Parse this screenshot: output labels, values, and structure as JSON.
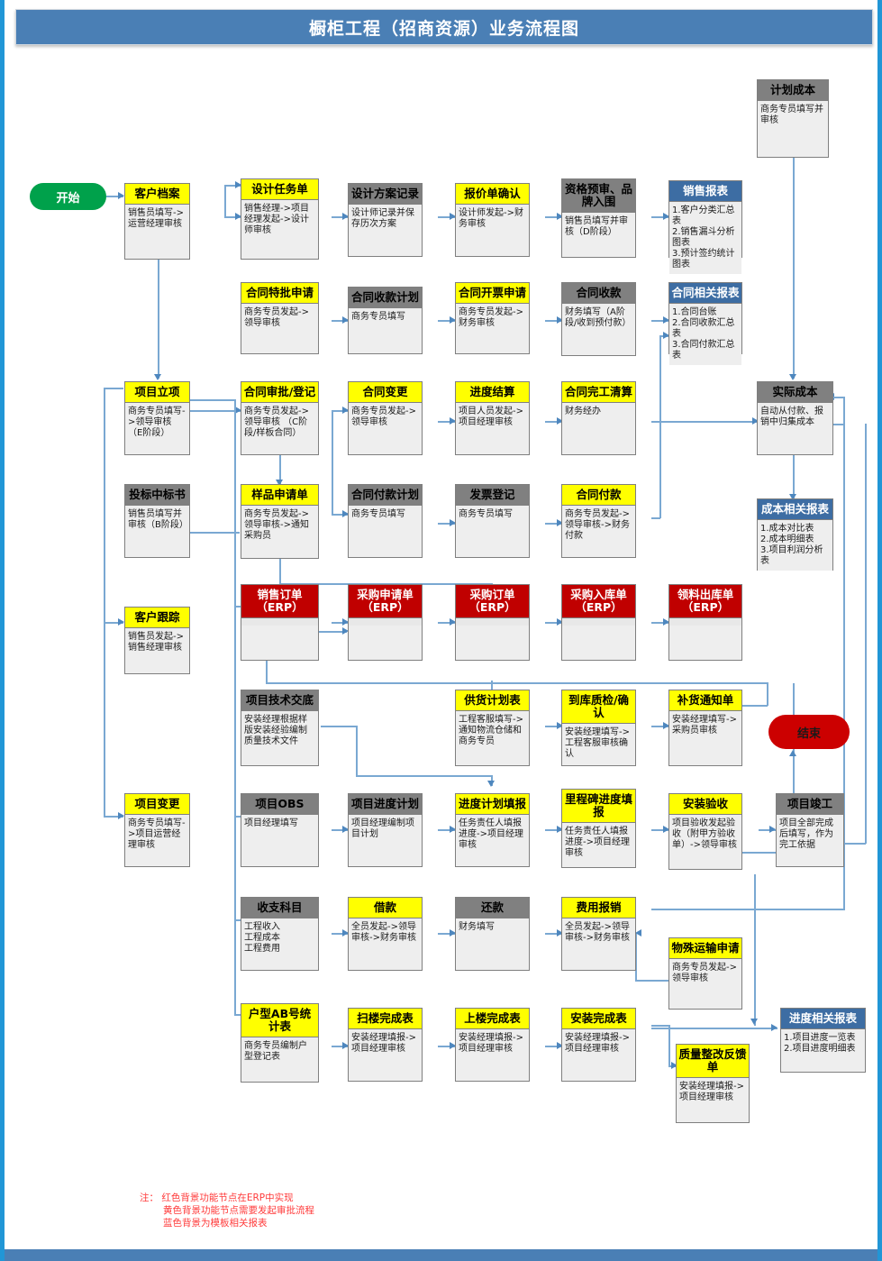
{
  "title": "橱柜工程（招商资源）业务流程图",
  "terminators": {
    "start": "开始",
    "end": "结束"
  },
  "legend": {
    "line1": "注： 红色背景功能节点在ERP中实现",
    "line2": "黄色背景功能节点需要发起审批流程",
    "line3": "蓝色背景为模板相关报表"
  },
  "nodes": [
    {
      "id": "plan_cost",
      "title": "计划成本",
      "body": "商务专员填写并审核",
      "color": "gray"
    },
    {
      "id": "customer_file",
      "title": "客户档案",
      "body": "销售员填写->运营经理审核",
      "color": "yellow"
    },
    {
      "id": "design_task",
      "title": "设计任务单",
      "body": "销售经理->项目经理发起->设计师审核",
      "color": "yellow"
    },
    {
      "id": "design_record",
      "title": "设计方案记录",
      "body": "设计师记录并保存历次方案",
      "color": "gray"
    },
    {
      "id": "quote_confirm",
      "title": "报价单确认",
      "body": "设计师发起->财务审核",
      "color": "yellow"
    },
    {
      "id": "prequalify",
      "title": "资格预审、品牌入围",
      "body": "销售员填写并审核（D阶段）",
      "color": "gray"
    },
    {
      "id": "sales_report",
      "title": "销售报表",
      "body": "1.客户分类汇总表\n2.销售漏斗分析图表\n3.预计签约统计图表",
      "color": "blue"
    },
    {
      "id": "contract_special",
      "title": "合同特批申请",
      "body": "商务专员发起->领导审核",
      "color": "yellow"
    },
    {
      "id": "contract_recv_plan",
      "title": "合同收款计划",
      "body": "商务专员填写",
      "color": "gray"
    },
    {
      "id": "contract_invoice",
      "title": "合同开票申请",
      "body": "商务专员发起->财务审核",
      "color": "yellow"
    },
    {
      "id": "contract_receipt",
      "title": "合同收款",
      "body": "财务填写（A阶段/收到预付款）",
      "color": "gray"
    },
    {
      "id": "contract_report",
      "title": "合同相关报表",
      "body": "1.合同台账\n2.合同收款汇总表\n3.合同付款汇总表",
      "color": "blue"
    },
    {
      "id": "project_setup",
      "title": "项目立项",
      "body": "商务专员填写->领导审核 （E阶段）",
      "color": "yellow"
    },
    {
      "id": "contract_approve",
      "title": "合同审批/登记",
      "body": "商务专员发起->领导审核 （C阶段/样板合同）",
      "color": "yellow"
    },
    {
      "id": "contract_change",
      "title": "合同变更",
      "body": "商务专员发起->领导审核",
      "color": "yellow"
    },
    {
      "id": "progress_settle",
      "title": "进度结算",
      "body": "项目人员发起->项目经理审核",
      "color": "yellow"
    },
    {
      "id": "contract_final",
      "title": "合同完工清算",
      "body": "财务经办",
      "color": "yellow"
    },
    {
      "id": "actual_cost",
      "title": "实际成本",
      "body": "自动从付款、报销中归集成本",
      "color": "gray"
    },
    {
      "id": "bid_win",
      "title": "投标中标书",
      "body": "销售员填写并审核（B阶段）",
      "color": "gray"
    },
    {
      "id": "sample_apply",
      "title": "样品申请单",
      "body": "商务专员发起->领导审核->通知采购员",
      "color": "yellow"
    },
    {
      "id": "contract_pay_plan",
      "title": "合同付款计划",
      "body": "商务专员填写",
      "color": "gray"
    },
    {
      "id": "invoice_register",
      "title": "发票登记",
      "body": "商务专员填写",
      "color": "gray"
    },
    {
      "id": "contract_payment",
      "title": "合同付款",
      "body": "商务专员发起->领导审核->财务付款",
      "color": "yellow"
    },
    {
      "id": "cost_report",
      "title": "成本相关报表",
      "body": "1.成本对比表\n2.成本明细表\n3.项目利润分析表",
      "color": "blue"
    },
    {
      "id": "customer_follow",
      "title": "客户跟踪",
      "body": "销售员发起->销售经理审核",
      "color": "yellow"
    },
    {
      "id": "sales_order",
      "title": "销售订单\n（ERP）",
      "body": "",
      "color": "red"
    },
    {
      "id": "purchase_req",
      "title": "采购申请单\n（ERP）",
      "body": "",
      "color": "red"
    },
    {
      "id": "purchase_order",
      "title": "采购订单\n（ERP）",
      "body": "",
      "color": "red"
    },
    {
      "id": "purchase_in",
      "title": "采购入库单\n（ERP）",
      "body": "",
      "color": "red"
    },
    {
      "id": "material_out",
      "title": "领料出库单\n（ERP）",
      "body": "",
      "color": "red"
    },
    {
      "id": "tech_brief",
      "title": "项目技术交底",
      "body": "安装经理根据样版安装经验编制质量技术文件",
      "color": "gray"
    },
    {
      "id": "supply_plan",
      "title": "供货计划表",
      "body": "工程客服填写->通知物流仓储和商务专员",
      "color": "yellow"
    },
    {
      "id": "arrival_check",
      "title": "到库质检/确认",
      "body": "安装经理填写->工程客服审核确认",
      "color": "yellow"
    },
    {
      "id": "replenish_notice",
      "title": "补货通知单",
      "body": "安装经理填写->采购员审核",
      "color": "yellow"
    },
    {
      "id": "project_change",
      "title": "项目变更",
      "body": "商务专员填写->项目运营经理审核",
      "color": "yellow"
    },
    {
      "id": "project_obs",
      "title": "项目OBS",
      "body": "项目经理填写",
      "color": "gray"
    },
    {
      "id": "project_sched",
      "title": "项目进度计划",
      "body": "项目经理编制项目计划",
      "color": "gray"
    },
    {
      "id": "sched_fill",
      "title": "进度计划填报",
      "body": "任务责任人填报进度->项目经理审核",
      "color": "yellow"
    },
    {
      "id": "milestone_fill",
      "title": "里程碑进度填报",
      "body": "任务责任人填报进度->项目经理审核",
      "color": "yellow"
    },
    {
      "id": "install_accept",
      "title": "安装验收",
      "body": "项目验收发起验收（附甲方验收单）->领导审核",
      "color": "yellow"
    },
    {
      "id": "project_complete",
      "title": "项目竣工",
      "body": "项目全部完成后填写，作为完工依据",
      "color": "gray"
    },
    {
      "id": "income_subject",
      "title": "收支科目",
      "body": "工程收入\n工程成本\n工程费用",
      "color": "gray"
    },
    {
      "id": "loan",
      "title": "借款",
      "body": "全员发起->领导审核->财务审核",
      "color": "yellow"
    },
    {
      "id": "repay",
      "title": "还款",
      "body": "财务填写",
      "color": "gray"
    },
    {
      "id": "expense_reimb",
      "title": "费用报销",
      "body": "全员发起->领导审核->财务审核",
      "color": "yellow"
    },
    {
      "id": "special_transport",
      "title": "物殊运输申请",
      "body": "商务专员发起->领导审核",
      "color": "yellow"
    },
    {
      "id": "house_ab_stat",
      "title": "户型AB号统计表",
      "body": "商务专员编制户型登记表",
      "color": "yellow"
    },
    {
      "id": "scan_done",
      "title": "扫楼完成表",
      "body": "安装经理填报->项目经理审核",
      "color": "yellow"
    },
    {
      "id": "upstairs_done",
      "title": "上楼完成表",
      "body": "安装经理填报->项目经理审核",
      "color": "yellow"
    },
    {
      "id": "install_done",
      "title": "安装完成表",
      "body": "安装经理填报->项目经理审核",
      "color": "yellow"
    },
    {
      "id": "quality_fix",
      "title": "质量整改反馈单",
      "body": "安装经理填报->项目经理审核",
      "color": "yellow"
    },
    {
      "id": "progress_report",
      "title": "进度相关报表",
      "body": "1.项目进度一览表\n2.项目进度明细表",
      "color": "blue"
    }
  ],
  "colors": {
    "yellow": "#ffff00",
    "gray": "#808080",
    "blue": "#3d6da3",
    "red": "#c00000",
    "start_green": "#00a14b",
    "end_red": "#cc0000",
    "connector": "#7aa8d2",
    "title_bar": "#4a7fb5"
  }
}
